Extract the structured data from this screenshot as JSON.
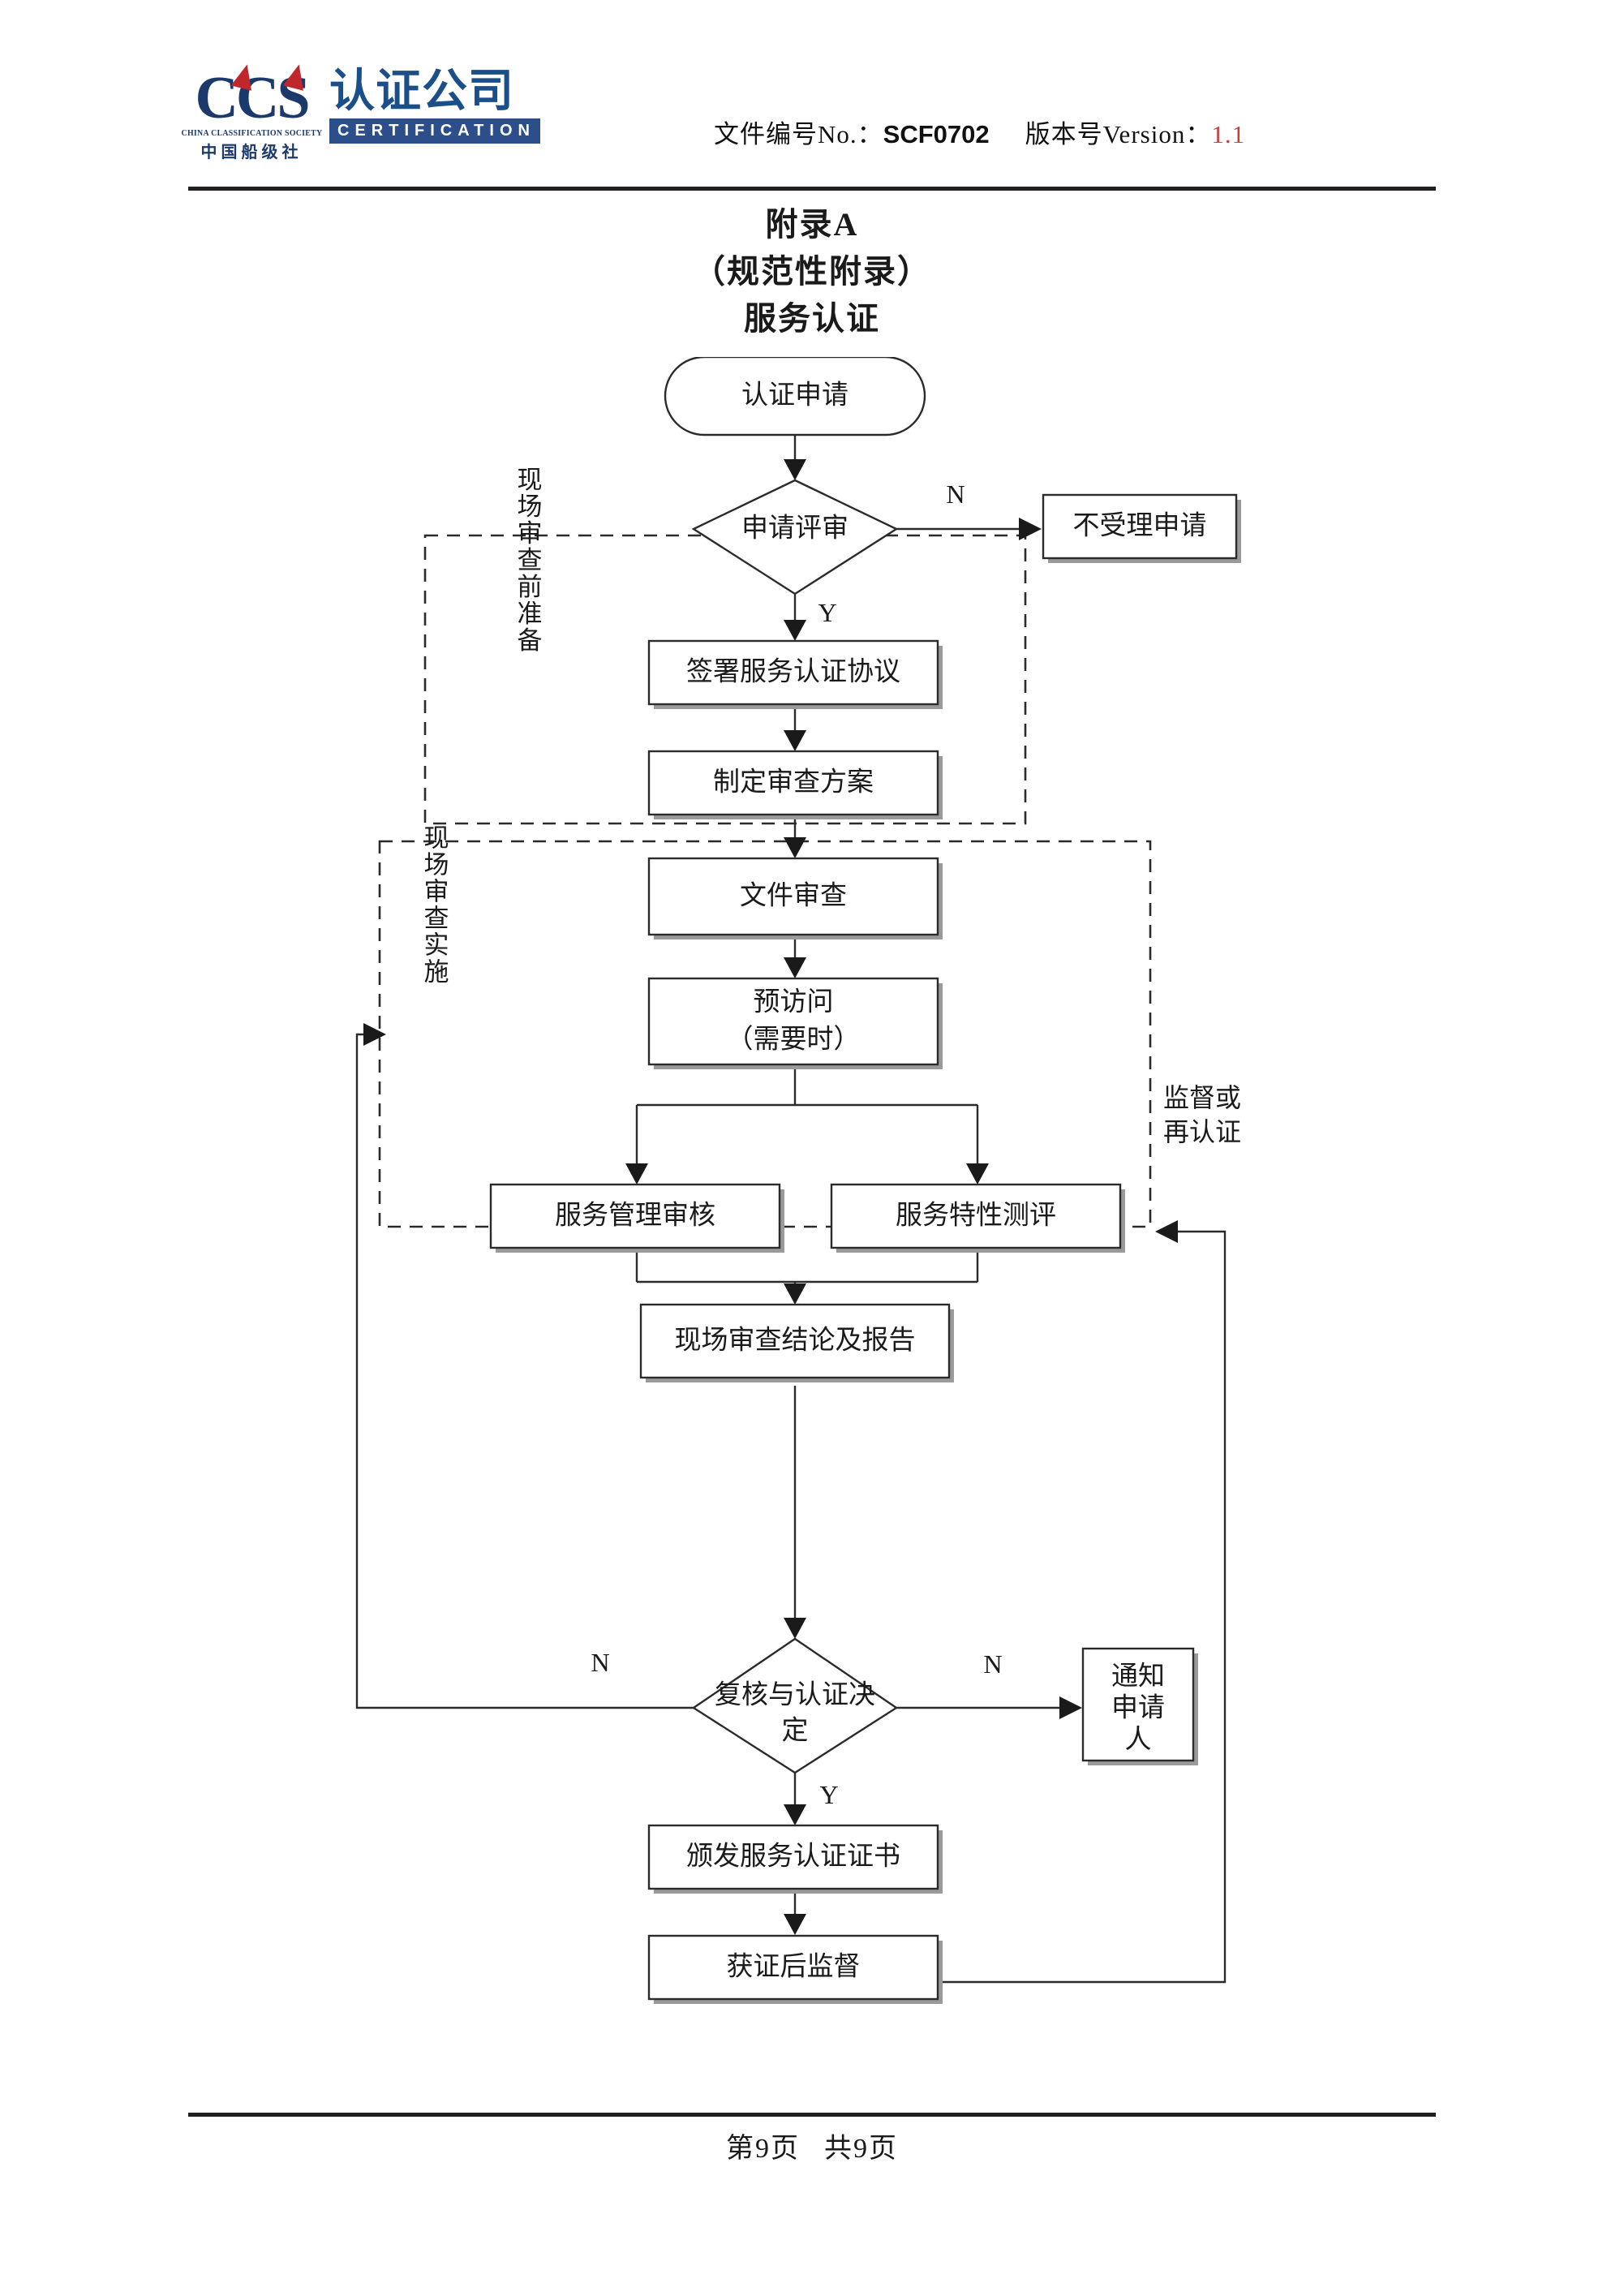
{
  "header": {
    "logo": {
      "mark_text": "CCS",
      "mark_sub_en": "CHINA CLASSIFICATION SOCIETY",
      "mark_sub_cn": "中国船级社",
      "company_cn": "认证公司",
      "company_en": "CERTIFICATION"
    },
    "doc_no_label": "文件编号No.：",
    "doc_no_value": "SCF0702",
    "version_label": "版本号Version：",
    "version_value": "1.1"
  },
  "title": {
    "line1": "附录A",
    "line2": "（规范性附录）",
    "line3": "服务认证"
  },
  "flow": {
    "nodes": [
      {
        "id": "apply",
        "label": "认证申请",
        "shape": "stadium"
      },
      {
        "id": "review",
        "label": "申请评审",
        "shape": "diamond"
      },
      {
        "id": "reject",
        "label": "不受理申请",
        "shape": "rect"
      },
      {
        "id": "sign",
        "label": "签署服务认证协议",
        "shape": "rect"
      },
      {
        "id": "plan",
        "label": "制定审查方案",
        "shape": "rect"
      },
      {
        "id": "docreview",
        "label": "文件审查",
        "shape": "rect"
      },
      {
        "id": "previsit_l1",
        "label": "预访问",
        "shape": "rect"
      },
      {
        "id": "previsit_l2",
        "label": "（需要时）",
        "shape": "rect"
      },
      {
        "id": "mgmtaudit",
        "label": "服务管理审核",
        "shape": "rect"
      },
      {
        "id": "charaeval",
        "label": "服务特性测评",
        "shape": "rect"
      },
      {
        "id": "onsiteconc",
        "label": "现场审查结论及报告",
        "shape": "rect"
      },
      {
        "id": "decision",
        "label": "复核与认证决",
        "shape": "diamond"
      },
      {
        "id": "decision_l2",
        "label": "定",
        "shape": "diamond"
      },
      {
        "id": "notify",
        "label": "通知申请人",
        "shape": "rect-vertical"
      },
      {
        "id": "issuecert",
        "label": "颁发服务认证证书",
        "shape": "rect"
      },
      {
        "id": "surveil",
        "label": "获证后监督",
        "shape": "rect"
      }
    ],
    "groups": [
      {
        "id": "prep",
        "label": "现场审查前准备"
      },
      {
        "id": "onsite",
        "label": "现场审查实施"
      }
    ],
    "branch_labels": {
      "review_no": "N",
      "review_yes": "Y",
      "decision_no_left": "N",
      "decision_no_right": "N",
      "decision_yes": "Y"
    },
    "side_labels": {
      "resurveillance_l1": "监督或",
      "resurveillance_l2": "再认证"
    }
  },
  "footer": {
    "page_label": "第9页",
    "total_label": "共9页"
  }
}
